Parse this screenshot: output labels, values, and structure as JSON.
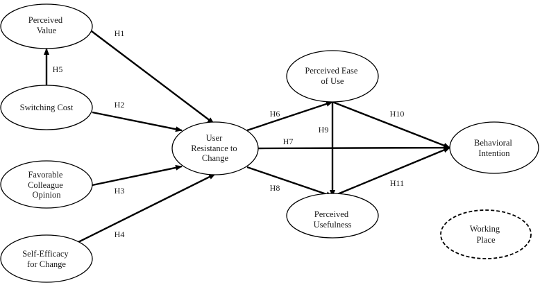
{
  "nodes": {
    "perceived_value": [
      "Perceived",
      "Value"
    ],
    "switching_cost": [
      "Switching Cost"
    ],
    "favorable_colleague_opinion": [
      "Favorable",
      "Colleague",
      "Opinion"
    ],
    "self_efficacy": [
      "Self-Efficacy",
      "for Change"
    ],
    "user_resistance": [
      "User",
      "Resistance to",
      "Change"
    ],
    "perceived_ease_of_use": [
      "Perceived Ease",
      "of Use"
    ],
    "perceived_usefulness": [
      "Perceived",
      "Usefulness"
    ],
    "behavioral_intention": [
      "Behavioral",
      "Intention"
    ],
    "working_place": [
      "Working",
      "Place"
    ]
  },
  "edges": {
    "h1": {
      "label": "H1",
      "from": "perceived_value",
      "to": "user_resistance"
    },
    "h2": {
      "label": "H2",
      "from": "switching_cost",
      "to": "user_resistance"
    },
    "h3": {
      "label": "H3",
      "from": "favorable_colleague_opinion",
      "to": "user_resistance"
    },
    "h4": {
      "label": "H4",
      "from": "self_efficacy",
      "to": "user_resistance"
    },
    "h5": {
      "label": "H5",
      "from": "switching_cost",
      "to": "perceived_value"
    },
    "h6": {
      "label": "H6",
      "from": "user_resistance",
      "to": "perceived_ease_of_use"
    },
    "h7": {
      "label": "H7",
      "from": "user_resistance",
      "to": "behavioral_intention"
    },
    "h8": {
      "label": "H8",
      "from": "user_resistance",
      "to": "perceived_usefulness"
    },
    "h9": {
      "label": "H9",
      "from": "perceived_ease_of_use",
      "to": "perceived_usefulness"
    },
    "h10": {
      "label": "H10",
      "from": "perceived_ease_of_use",
      "to": "behavioral_intention"
    },
    "h11": {
      "label": "H11",
      "from": "perceived_usefulness",
      "to": "behavioral_intention"
    }
  }
}
